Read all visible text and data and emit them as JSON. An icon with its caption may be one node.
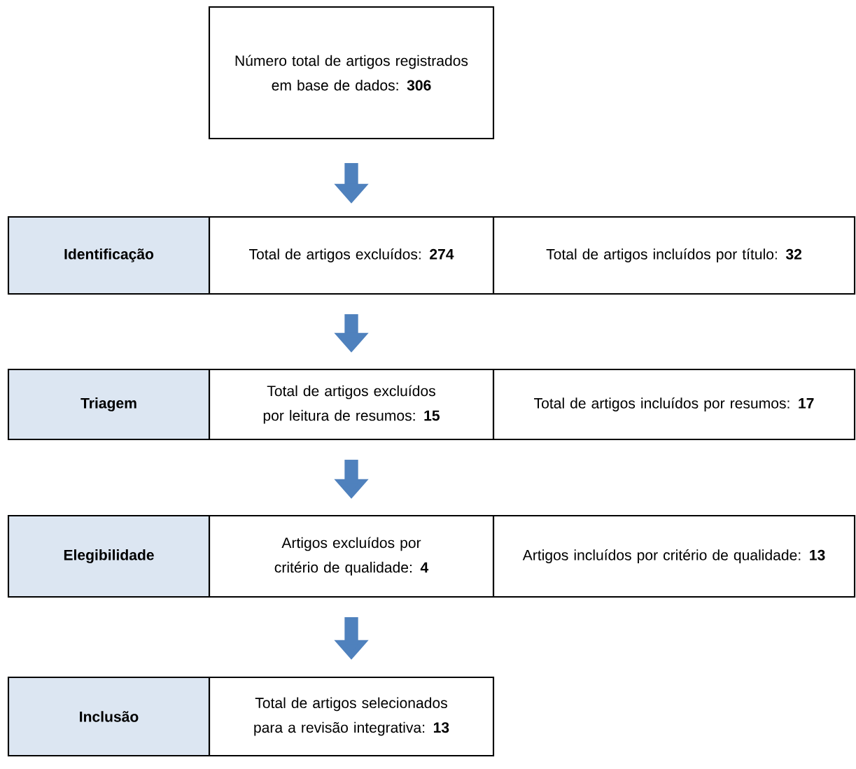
{
  "diagram": {
    "nodes": [
      {
        "text": [
          "Número total de artigos registrados em base de dados: **306**"
        ]
      },
      {
        "text": [
          "Identificação"
        ]
      },
      {
        "text": [
          "Total de artigos excluídos: **274**"
        ]
      },
      {
        "text": [
          "Total de artigos incluídos por título: **32**"
        ]
      },
      {
        "text": [
          "Triagem"
        ]
      },
      {
        "text": [
          "Total de artigos excluídos por leitura de resumos: **15**"
        ]
      },
      {
        "text": [
          "Total de artigos incluídos por resumos: **17**"
        ]
      },
      {
        "text": [
          "Elegibilidade"
        ]
      },
      {
        "text": [
          "Artigos excluídos por critério de qualidade: **4**"
        ]
      },
      {
        "text": [
          "Artigos incluídos por critério de qualidade: **13**"
        ]
      },
      {
        "text": [
          "Inclusão"
        ]
      },
      {
        "text": [
          "Total de artigos selecionados para a revisão integrativa: **13**"
        ]
      }
    ],
    "edges": [
      {
        "from": 0,
        "to": 2,
        "arrow": "to"
      },
      {
        "from": 2,
        "to": 5,
        "arrow": "to"
      },
      {
        "from": 5,
        "to": 8,
        "arrow": "to"
      },
      {
        "from": 8,
        "to": 11,
        "arrow": "to"
      }
    ]
  }
}
